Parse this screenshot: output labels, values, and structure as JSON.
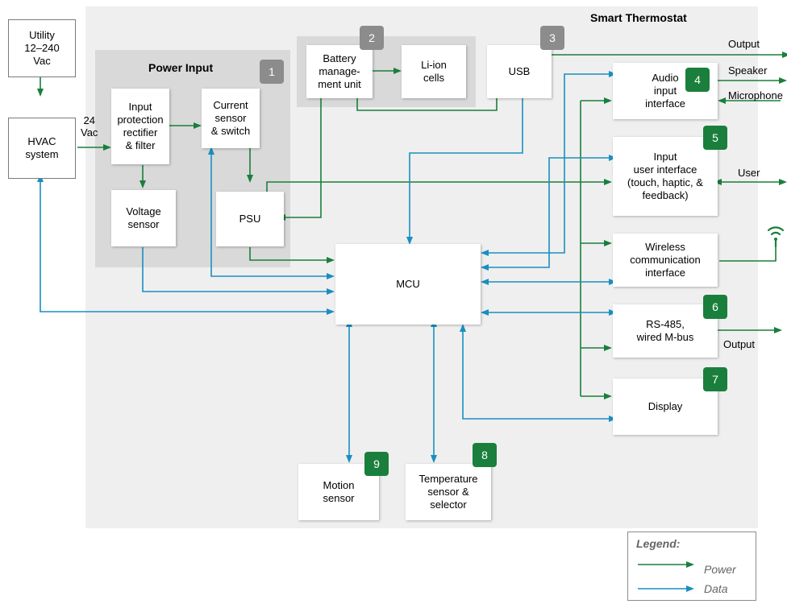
{
  "title": "Smart Thermostat",
  "power_input_title": "Power Input",
  "blocks": {
    "utility": "Utility\n12–240\nVac",
    "hvac": "HVAC\nsystem",
    "input_protection": "Input\nprotection\nrectifier\n& filter",
    "current_sensor": "Current\nsensor\n& switch",
    "voltage_sensor": "Voltage\nsensor",
    "psu": "PSU",
    "battery_mgmt": "Battery\nmanage-\nment unit",
    "li_ion": "Li-ion\ncells",
    "usb": "USB",
    "audio": "Audio\ninput\ninterface",
    "input_ui": "Input\nuser interface\n(touch, haptic, &\nfeedback)",
    "wireless": "Wireless\ncommunication\ninterface",
    "rs485": "RS-485,\nwired M-bus",
    "display": "Display",
    "mcu": "MCU",
    "motion": "Motion\nsensor",
    "temperature": "Temperature\nsensor &\nselector"
  },
  "badges": {
    "b1": "1",
    "b2": "2",
    "b3": "3",
    "b4": "4",
    "b5": "5",
    "b6": "6",
    "b7": "7",
    "b8": "8",
    "b9": "9"
  },
  "labels": {
    "vac24": "24\nVac",
    "output_usb": "Output",
    "speaker": "Speaker",
    "microphone": "Microphone",
    "user": "User",
    "output_rs485": "Output"
  },
  "legend": {
    "title": "Legend:",
    "power": "Power",
    "data": "Data"
  },
  "colors": {
    "power": "#1a7f3c",
    "data": "#1a8fbf",
    "badge_green": "#1a7f3c",
    "badge_gray": "#8c8c8c",
    "region_bg": "#efefef",
    "group_bg": "#d9d9d9"
  },
  "icons": {
    "wireless": "wifi-antenna-icon"
  }
}
